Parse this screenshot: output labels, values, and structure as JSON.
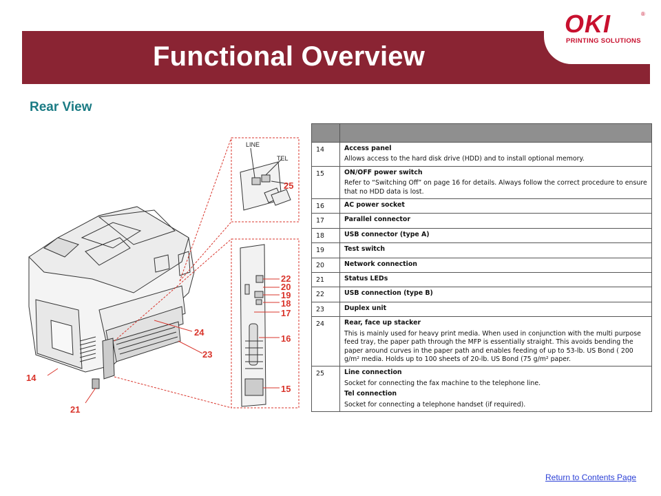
{
  "header": {
    "title": "Functional Overview",
    "logo_text": "OKI",
    "logo_tagline": "PRINTING SOLUTIONS",
    "brand_color": "#8a2433",
    "logo_color": "#c8102e"
  },
  "subtitle": "Rear View",
  "figure": {
    "callouts": [
      "14",
      "15",
      "16",
      "17",
      "18",
      "19",
      "20",
      "21",
      "22",
      "23",
      "24",
      "25"
    ],
    "line_label": "LINE",
    "tel_label": "TEL"
  },
  "table": {
    "rows": [
      {
        "num": "14",
        "name": "Access panel",
        "desc": "Allows access to the hard disk drive (HDD) and to install optional memory."
      },
      {
        "num": "15",
        "name": "ON/OFF power switch",
        "desc": "Refer to “Switching Off” on page 16 for details. Always follow the correct procedure to ensure that no HDD data is lost."
      },
      {
        "num": "16",
        "name": "AC power socket",
        "desc": ""
      },
      {
        "num": "17",
        "name": "Parallel connector",
        "desc": ""
      },
      {
        "num": "18",
        "name": "USB connector (type A)",
        "desc": ""
      },
      {
        "num": "19",
        "name": "Test switch",
        "desc": ""
      },
      {
        "num": "20",
        "name": "Network connection",
        "desc": ""
      },
      {
        "num": "21",
        "name": "Status LEDs",
        "desc": ""
      },
      {
        "num": "22",
        "name": "USB connection (type B)",
        "desc": ""
      },
      {
        "num": "23",
        "name": "Duplex unit",
        "desc": ""
      },
      {
        "num": "24",
        "name": "Rear, face up stacker",
        "desc": "This is mainly used for heavy print media. When used in conjunction with the multi purpose feed tray, the paper path through the MFP is essentially straight. This avoids bending the paper around curves in the paper path and enables feeding of up to 53-lb. US Bond ( 200 g/m² media. Holds up to 100 sheets of 20-lb. US Bond (75 g/m² paper."
      },
      {
        "num": "25",
        "name": "Line connection",
        "desc": "Socket for connecting the fax machine to the telephone line.",
        "name2": "Tel connection",
        "desc2": "Socket for connecting a telephone handset (if required)."
      }
    ]
  },
  "footer": {
    "return_link": "Return  to Contents  Page"
  }
}
